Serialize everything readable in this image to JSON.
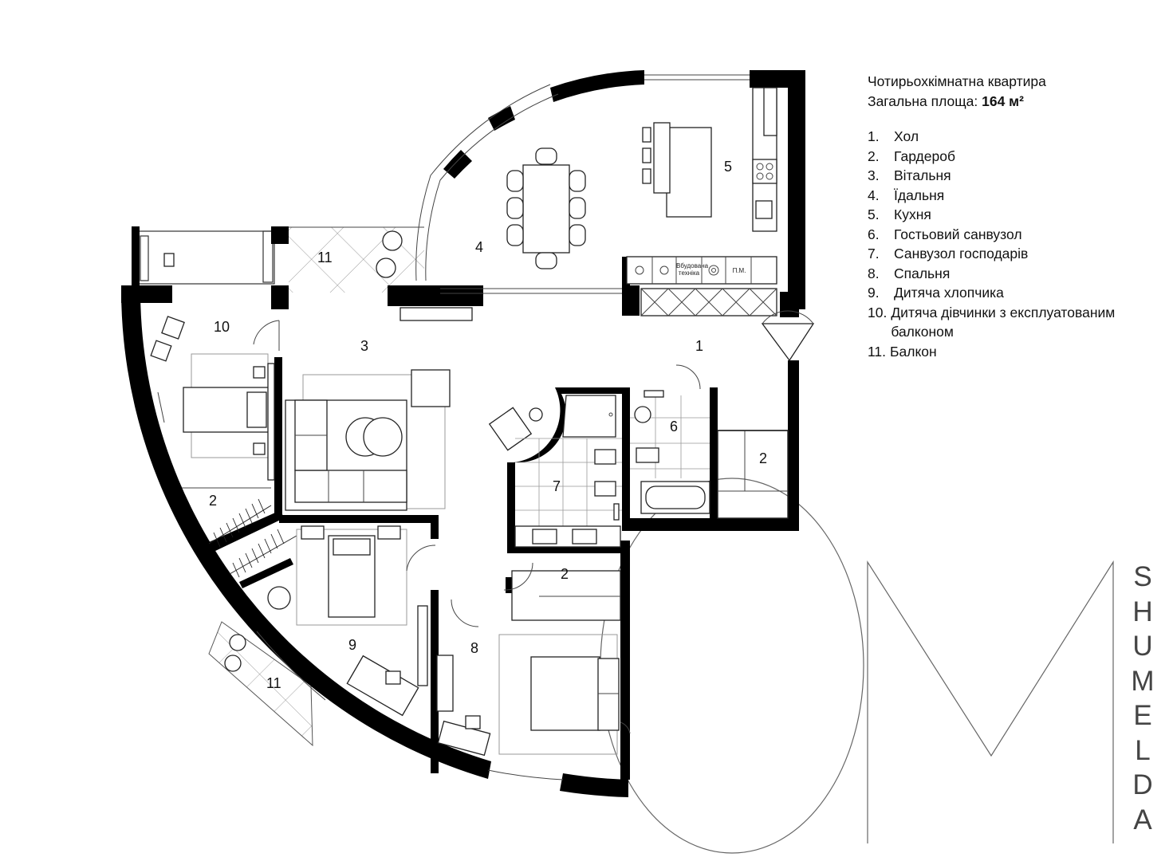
{
  "legend": {
    "title": "Чотирьохкімнатна квартира",
    "area_label": "Загальна площа:",
    "area_value": "164 м²",
    "rooms": [
      {
        "num": "1.",
        "name": "Хол"
      },
      {
        "num": "2.",
        "name": "Гардероб"
      },
      {
        "num": "3.",
        "name": "Вітальня"
      },
      {
        "num": "4.",
        "name": "Їдальня"
      },
      {
        "num": "5.",
        "name": "Кухня"
      },
      {
        "num": "6.",
        "name": "Гостьовий санвузол"
      },
      {
        "num": "7.",
        "name": "Санвузол господарів"
      },
      {
        "num": "8.",
        "name": "Спальня"
      },
      {
        "num": "9.",
        "name": "Дитяча хлопчика"
      },
      {
        "num": "10.",
        "name": "Дитяча дівчинки з експлуатованим балконом"
      },
      {
        "num": "11.",
        "name": "Балкон"
      }
    ]
  },
  "plan_labels": {
    "r1": "1",
    "r2a": "2",
    "r2b": "2",
    "r2c": "2",
    "r3": "3",
    "r4": "4",
    "r5": "5",
    "r6": "6",
    "r7": "7",
    "r8": "8",
    "r9": "9",
    "r10": "10",
    "r11a": "11",
    "r11b": "11"
  },
  "appliance_labels": {
    "builtin_line1": "Вбудована",
    "builtin_line2": "техніка",
    "dishwasher": "П.М."
  },
  "brand": {
    "letters": [
      "S",
      "H",
      "U",
      "M",
      "E",
      "L",
      "D",
      "A"
    ]
  }
}
